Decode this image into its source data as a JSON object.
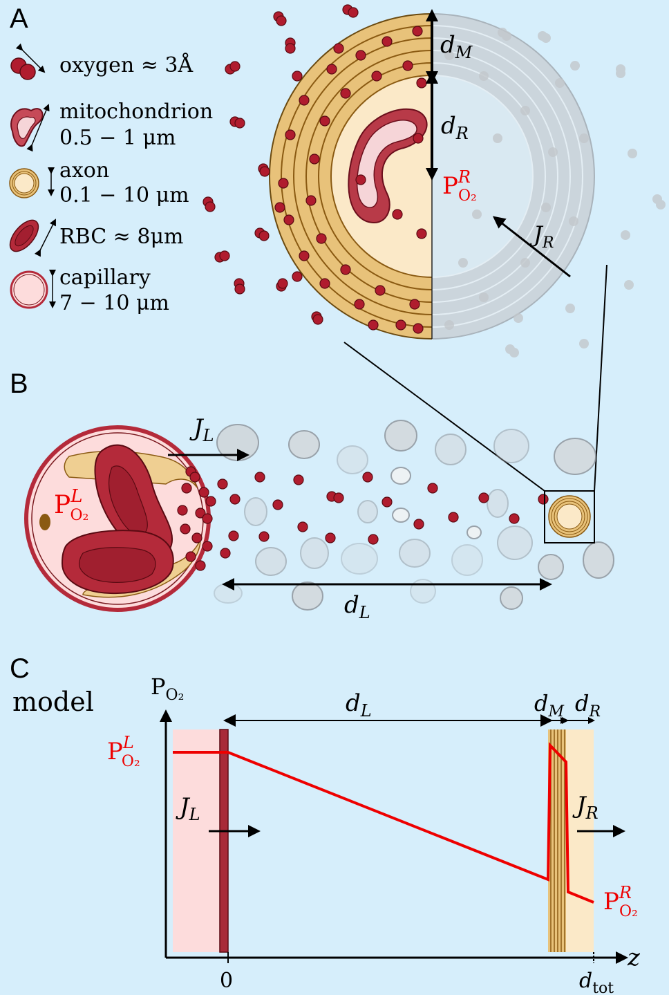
{
  "panels": {
    "a": "A",
    "b": "B",
    "c": "C"
  },
  "legend": [
    {
      "icon": "oxygen-icon",
      "line1": "oxygen ≈ 3Å",
      "line2": ""
    },
    {
      "icon": "mitochondrion-icon",
      "line1": "mitochondrion",
      "line2": "0.5 − 1 μm"
    },
    {
      "icon": "axon-icon",
      "line1": "axon",
      "line2": "0.1 − 10 μm"
    },
    {
      "icon": "rbc-icon",
      "line1": "RBC ≈ 8μm",
      "line2": ""
    },
    {
      "icon": "capillary-icon",
      "line1": "capillary",
      "line2": "7 − 10 μm"
    }
  ],
  "panel_a": {
    "d_m": "d",
    "d_m_sub": "M",
    "d_r": "d",
    "d_r_sub": "R",
    "p_r": "P",
    "p_r_sup": "R",
    "p_r_sub": "O₂",
    "j_r": "J",
    "j_r_sub": "R"
  },
  "panel_b": {
    "j_l": "J",
    "j_l_sub": "L",
    "p_l": "P",
    "p_l_sup": "L",
    "p_l_sub": "O₂",
    "d_l": "d",
    "d_l_sub": "L"
  },
  "panel_c": {
    "model_label": "model",
    "y_axis": "P",
    "y_axis_sub": "O₂",
    "x_axis": "z",
    "tick_0": "0",
    "tick_dtot": "d",
    "tick_dtot_sub": "tot",
    "d_l": "d",
    "d_l_sub": "L",
    "d_m": "d",
    "d_m_sub": "M",
    "d_r": "d",
    "d_r_sub": "R",
    "p_l": "P",
    "p_l_sup": "L",
    "p_l_sub": "O₂",
    "p_r": "P",
    "p_r_sup": "R",
    "p_r_sub": "O₂",
    "j_l": "J",
    "j_l_sub": "L",
    "j_r": "J",
    "j_r_sub": "R"
  },
  "colors": {
    "background": "#d6eefb",
    "oxygen": "#b01c2e",
    "myelin": "#e8c27a",
    "axoplasm": "#fbe9c8",
    "capillary_lumen": "#fddcdc",
    "rbc": "#b42a3a",
    "profile": "#ee0000"
  }
}
